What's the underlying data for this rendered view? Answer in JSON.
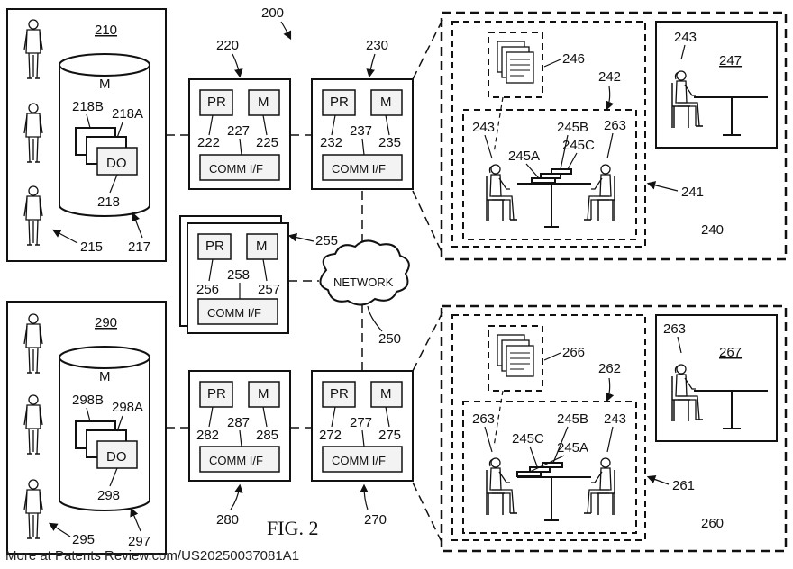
{
  "figure": {
    "ref": "200",
    "caption": "FIG. 2",
    "footer": "More at Patents Review.com/US20250037081A1"
  },
  "repositories": [
    {
      "ref": "210",
      "cyl_label": "M",
      "cyl_ref": "217",
      "group_ref": "215",
      "obj_back": "218B",
      "obj_mid": "218A",
      "obj_front": "DO",
      "obj_ref": "218"
    },
    {
      "ref": "290",
      "cyl_label": "M",
      "cyl_ref": "297",
      "group_ref": "295",
      "obj_back": "298B",
      "obj_mid": "298A",
      "obj_front": "DO",
      "obj_ref": "298"
    }
  ],
  "devices": [
    {
      "ref": "220",
      "pr": "PR",
      "m": "M",
      "comm": "COMM I/F",
      "pr_ref": "222",
      "comm_ref": "227",
      "m_ref": "225"
    },
    {
      "ref": "230",
      "pr": "PR",
      "m": "M",
      "comm": "COMM I/F",
      "pr_ref": "232",
      "comm_ref": "237",
      "m_ref": "235"
    },
    {
      "ref": "255",
      "pr": "PR",
      "m": "M",
      "comm": "COMM I/F",
      "pr_ref": "256",
      "comm_ref": "258",
      "m_ref": "257"
    },
    {
      "ref": "280",
      "pr": "PR",
      "m": "M",
      "comm": "COMM I/F",
      "pr_ref": "282",
      "comm_ref": "287",
      "m_ref": "285"
    },
    {
      "ref": "270",
      "pr": "PR",
      "m": "M",
      "comm": "COMM I/F",
      "pr_ref": "272",
      "comm_ref": "277",
      "m_ref": "275"
    }
  ],
  "network": {
    "label": "NETWORK",
    "ref": "250"
  },
  "environments": [
    {
      "ref": "240",
      "inner_ref": "241",
      "scene_ref": "242",
      "doc_ref": "246",
      "room_ref": "247",
      "room_person": "243",
      "left_person": "243",
      "right_person": "263",
      "obj_a": "245A",
      "obj_b": "245B",
      "obj_c": "245C"
    },
    {
      "ref": "260",
      "inner_ref": "261",
      "scene_ref": "262",
      "doc_ref": "266",
      "room_ref": "267",
      "room_person": "263",
      "left_person": "263",
      "right_person": "243",
      "obj_a": "245A",
      "obj_b": "245B",
      "obj_c": "245C"
    }
  ]
}
